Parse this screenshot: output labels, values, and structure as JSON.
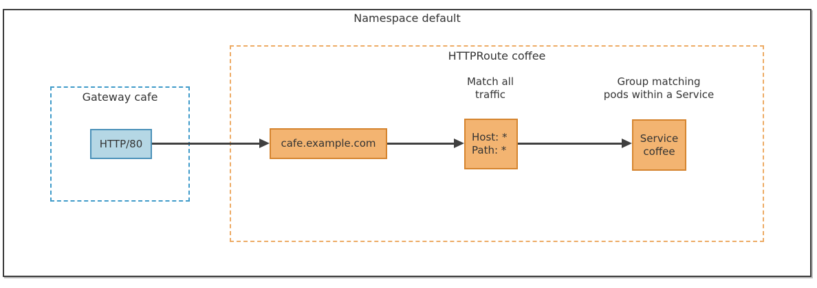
{
  "diagram": {
    "title": "Namespace default",
    "groups": {
      "gateway": {
        "label": "Gateway cafe"
      },
      "httproute": {
        "label": "HTTPRoute coffee"
      }
    },
    "nodes": {
      "listener": {
        "label": "HTTP/80"
      },
      "hostname": {
        "label": "cafe.example.com"
      },
      "match": {
        "line1": "Host: *",
        "line2": "Path: *"
      },
      "service": {
        "line1": "Service",
        "line2": "coffee"
      }
    },
    "annotations": {
      "match": {
        "line1": "Match all",
        "line2": "traffic"
      },
      "backend": {
        "line1": "Group matching",
        "line2": "pods within a Service"
      }
    }
  },
  "colors": {
    "frame-border": "#3a3a3a",
    "text": "#333333",
    "blue-node-fill": "#b5d7e5",
    "blue-node-border": "#4a90b8",
    "blue-dash": "#3e9ac9",
    "orange-node-fill": "#f3b471",
    "orange-node-border": "#d5842e",
    "orange-dash": "#edaa63",
    "arrow": "#3f3f3f"
  }
}
